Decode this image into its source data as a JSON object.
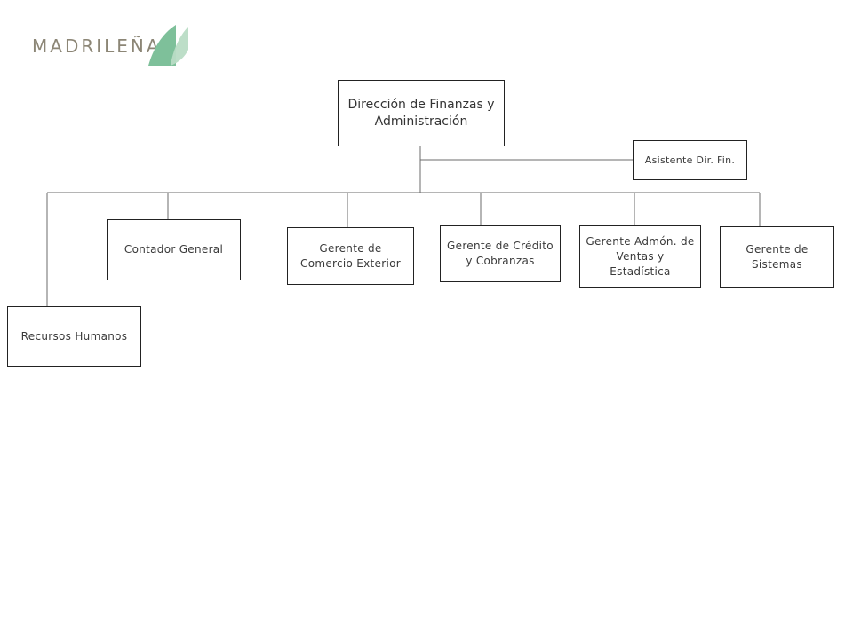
{
  "logo": {
    "text": "MADRILEÑA",
    "mark_colors": [
      "#7ec09a",
      "#b9dcc5"
    ]
  },
  "org_chart": {
    "head": "Dirección de Finanzas y Administración",
    "assistant": "Asistente Dir. Fin.",
    "units": [
      "Recursos Humanos",
      "Contador General",
      "Gerente de Comercio Exterior",
      "Gerente de Crédito y Cobranzas",
      "Gerente Admón. de Ventas y Estadística",
      "Gerente de Sistemas"
    ]
  },
  "colors": {
    "line": "#6b6b6b",
    "border": "#222222"
  }
}
